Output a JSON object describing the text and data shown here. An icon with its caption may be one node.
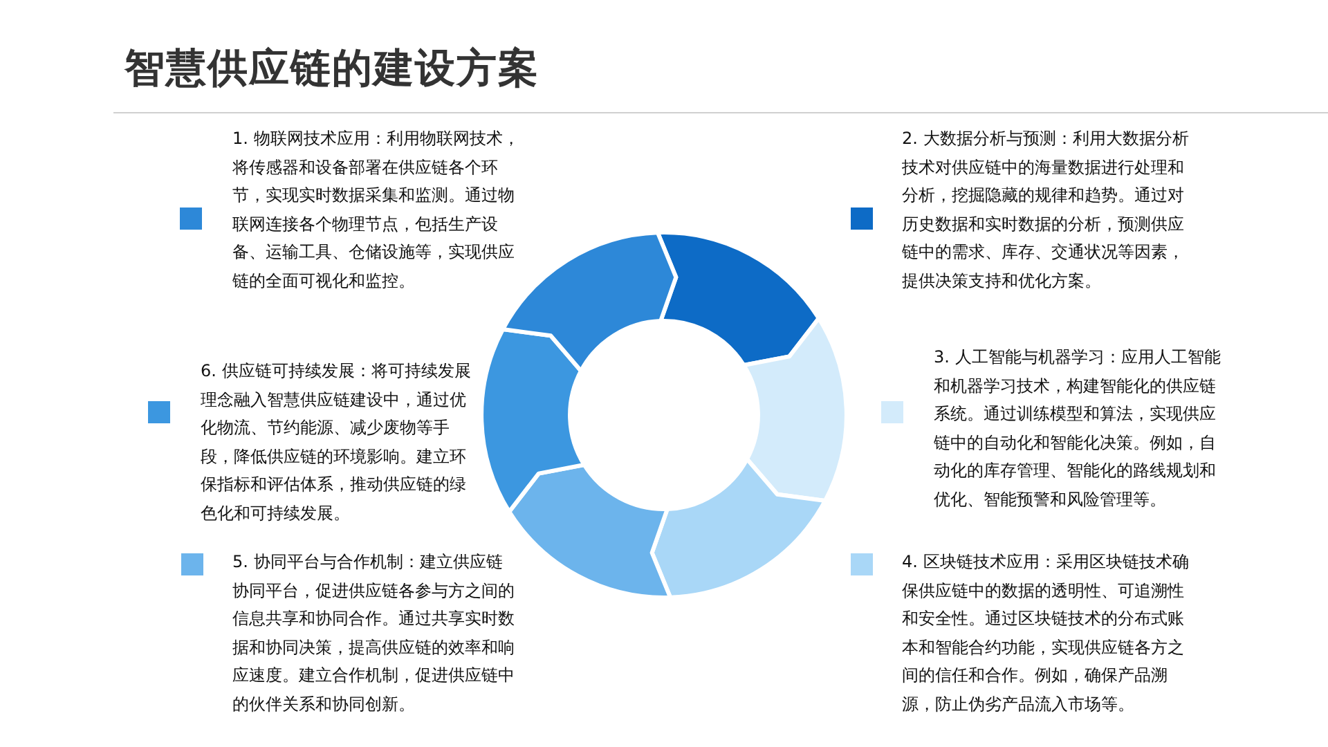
{
  "diagram": {
    "title": "智慧供应链的建设方案",
    "legend": [
      {
        "text": "1. 物联网技术应用：利用物联网技术，将传感器和设备部署在供应链各个环节，实现实时数据采集和监测。通过物联网连接各个物理节点，包括生产设备、运输工具、仓储设施等，实现供应链的全面可视化和监控。",
        "color": "#2d88d8"
      },
      {
        "text": "2. 大数据分析与预测：利用大数据分析技术对供应链中的海量数据进行处理和分析，挖掘隐藏的规律和趋势。通过对历史数据和实时数据的分析，预测供应链中的需求、库存、交通状况等因素，提供决策支持和优化方案。",
        "color": "#0d6bc6"
      },
      {
        "text": "6. 供应链可持续发展：将可持续发展理念融入智慧供应链建设中，通过优化物流、节约能源、减少废物等手段，降低供应链的环境影响。建立环保指标和评估体系，推动供应链的绿色化和可持续发展。",
        "color": "#3c97e0"
      },
      {
        "text": "3. 人工智能与机器学习：应用人工智能和机器学习技术，构建智能化的供应链系统。通过训练模型和算法，实现供应链中的自动化和智能化决策。例如，自动化的库存管理、智能化的路线规划和优化、智能预警和风险管理等。",
        "color": "#d3ebfb"
      },
      {
        "text": "5. 协同平台与合作机制：建立供应链协同平台，促进供应链各参与方之间的信息共享和协同合作。通过共享实时数据和协同决策，提高供应链的效率和响应速度。建立合作机制，促进供应链中的伙伴关系和协同创新。",
        "color": "#6cb4ec"
      },
      {
        "text": "4. 区块链技术应用：采用区块链技术确保供应链中的数据的透明性、可追溯性和安全性。通过区块链技术的分布式账本和智能合约功能，实现供应链各方之间的信任和合作。例如，确保产品溯源，防止伪劣产品流入市场等。",
        "color": "#a9d7f7"
      }
    ]
  }
}
